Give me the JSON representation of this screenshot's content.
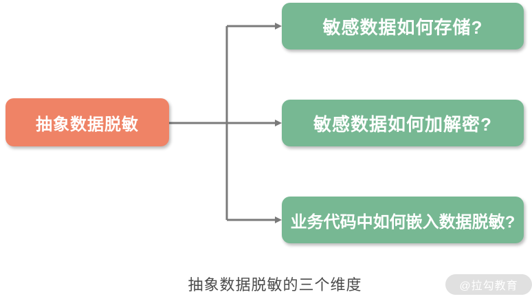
{
  "diagram": {
    "root": {
      "label": "抽象数据脱敏"
    },
    "branches": [
      {
        "label": "敏感数据如何存储?"
      },
      {
        "label": "敏感数据如何加解密?"
      },
      {
        "label": "业务代码中如何嵌入数据脱敏?"
      }
    ],
    "caption": "抽象数据脱敏的三个维度",
    "watermark": "@拉勾教育"
  },
  "colors": {
    "root_box": "#EF8366",
    "branch_box": "#77B893",
    "connector": "#7A7A7A",
    "caption_text": "#4A4A4A",
    "watermark_bg": "#E0E0E0",
    "watermark_text": "#FFFFFF",
    "box_text": "#FFFFFF",
    "background": "#FFFFFF"
  }
}
